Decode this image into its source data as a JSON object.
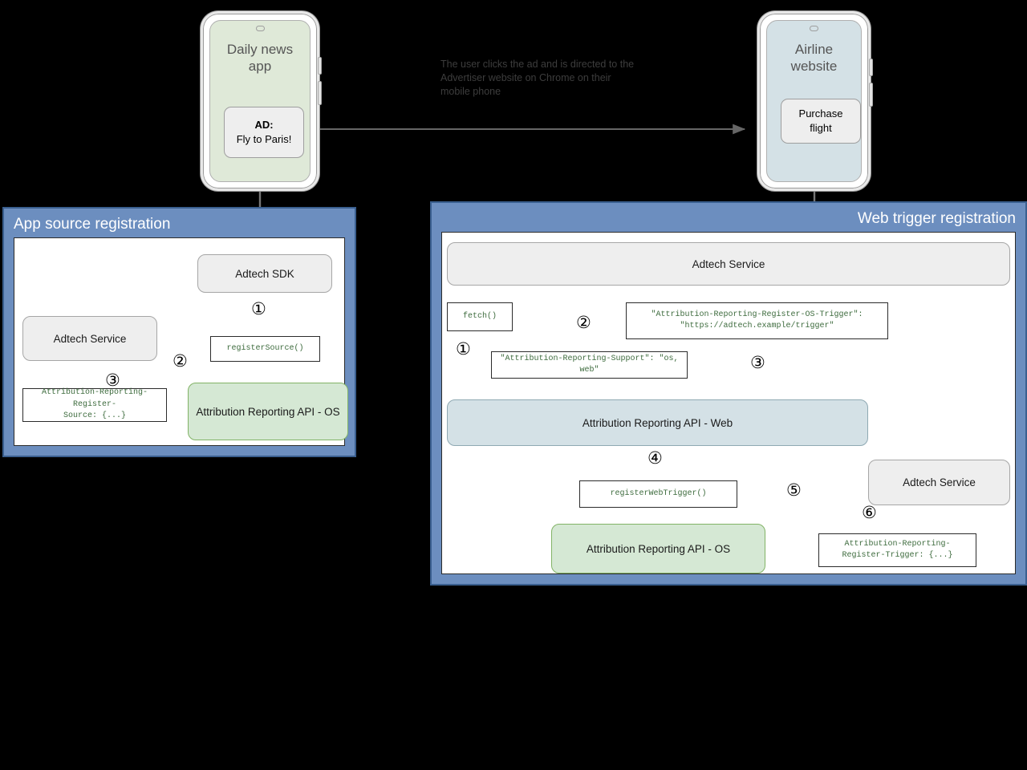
{
  "diagram": {
    "caption": "The user clicks the ad and is directed to the Advertiser website on Chrome on their mobile phone"
  },
  "phones": {
    "left": {
      "title": "Daily news\napp",
      "card_line1": "AD:",
      "card_line2": "Fly to Paris!"
    },
    "right": {
      "title": "Airline\nwebsite",
      "card_line1": "Purchase",
      "card_line2": "flight"
    }
  },
  "left_panel": {
    "title": "App source registration",
    "nodes": {
      "adtech_sdk": "Adtech SDK",
      "adtech_service": "Adtech Service",
      "attribution_os": "Attribution Reporting API - OS"
    },
    "code": {
      "register_source": "registerSource()",
      "register_source_header": "Attribution-Reporting-Register-\nSource: {...}"
    },
    "steps": {
      "s1": "①",
      "s2": "②",
      "s3": "③"
    }
  },
  "right_panel": {
    "title": "Web trigger registration",
    "nodes": {
      "adtech_service_top": "Adtech Service",
      "attribution_web": "Attribution Reporting API - Web",
      "attribution_os": "Attribution Reporting API - OS",
      "adtech_service_right": "Adtech Service"
    },
    "code": {
      "fetch": "fetch()",
      "os_trigger_header": "\"Attribution-Reporting-Register-OS-Trigger\":\n    \"https://adtech.example/trigger\"",
      "support_header": "\"Attribution-Reporting-Support\": \"os, web\"",
      "register_web_trigger": "registerWebTrigger()",
      "register_trigger_header": "Attribution-Reporting-\nRegister-Trigger: {...}"
    },
    "steps": {
      "s1": "①",
      "s2": "②",
      "s3": "③",
      "s4": "④",
      "s5": "⑤",
      "s6": "⑥"
    }
  },
  "colors": {
    "panel_blue": "#6c8ebf",
    "node_green": "#d5e8d4",
    "node_green_border": "#82b366",
    "node_bluegrey": "#d4e1e6",
    "node_grey": "#eeeeee",
    "code_text": "#3d6b3d",
    "arrow": "#666666"
  }
}
